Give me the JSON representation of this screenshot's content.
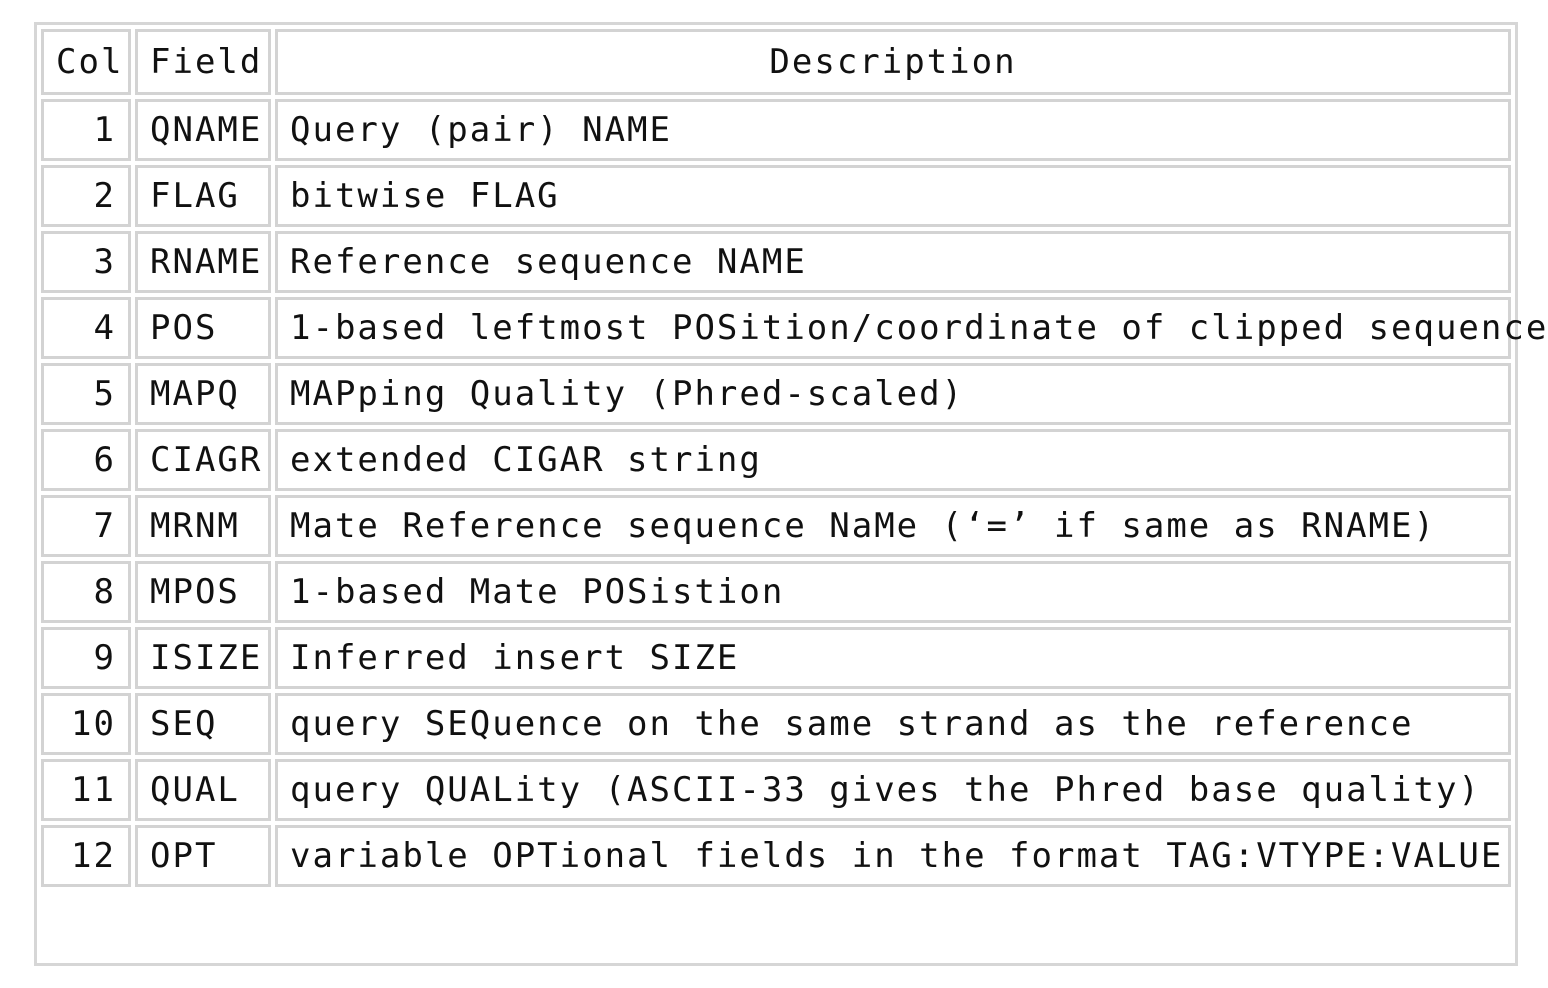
{
  "table": {
    "headers": {
      "col": "Col",
      "field": "Field",
      "description": "Description"
    },
    "rows": [
      {
        "col": "1",
        "field": "QNAME",
        "description": "Query (pair) NAME"
      },
      {
        "col": "2",
        "field": "FLAG",
        "description": "bitwise FLAG"
      },
      {
        "col": "3",
        "field": "RNAME",
        "description": "Reference sequence NAME"
      },
      {
        "col": "4",
        "field": "POS",
        "description": "1-based leftmost POSition/coordinate of clipped sequence"
      },
      {
        "col": "5",
        "field": "MAPQ",
        "description": "MAPping Quality (Phred-scaled)"
      },
      {
        "col": "6",
        "field": "CIAGR",
        "description": "extended CIGAR string"
      },
      {
        "col": "7",
        "field": "MRNM",
        "description": "Mate Reference sequence NaMe (‘=’ if same as RNAME)"
      },
      {
        "col": "8",
        "field": "MPOS",
        "description": "1-based Mate POSistion"
      },
      {
        "col": "9",
        "field": "ISIZE",
        "description": "Inferred insert SIZE"
      },
      {
        "col": "10",
        "field": "SEQ",
        "description": "query SEQuence on the same strand as the reference"
      },
      {
        "col": "11",
        "field": "QUAL",
        "description": "query QUALity (ASCII-33 gives the Phred base quality)"
      },
      {
        "col": "12",
        "field": "OPT",
        "description": "variable OPTional fields in the format TAG:VTYPE:VALUE"
      }
    ]
  }
}
